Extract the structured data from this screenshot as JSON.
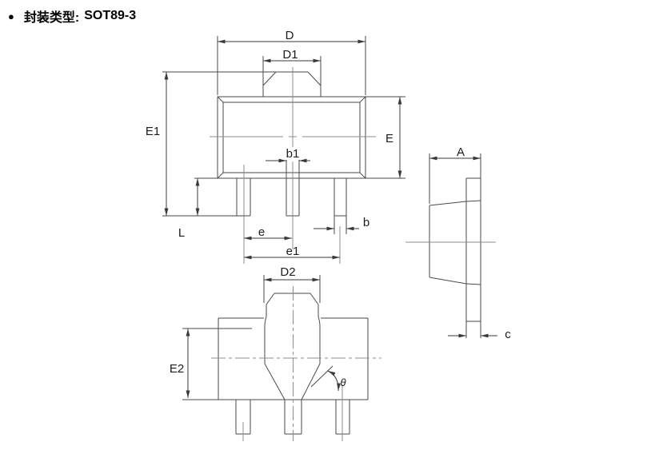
{
  "header": {
    "bullet": "●",
    "label": "封装类型:",
    "value": "SOT89-3"
  },
  "drawing": {
    "labels": {
      "D": "D",
      "D1": "D1",
      "E1": "E1",
      "E": "E",
      "b1": "b1",
      "L": "L",
      "e": "e",
      "e1": "e1",
      "b": "b",
      "D2": "D2",
      "E2": "E2",
      "theta": "θ",
      "A": "A",
      "c": "c"
    }
  },
  "colors": {
    "background": "#ffffff",
    "line": "#4a4a4a",
    "centerline": "#8c8c8c",
    "text": "#1c1c1c"
  }
}
